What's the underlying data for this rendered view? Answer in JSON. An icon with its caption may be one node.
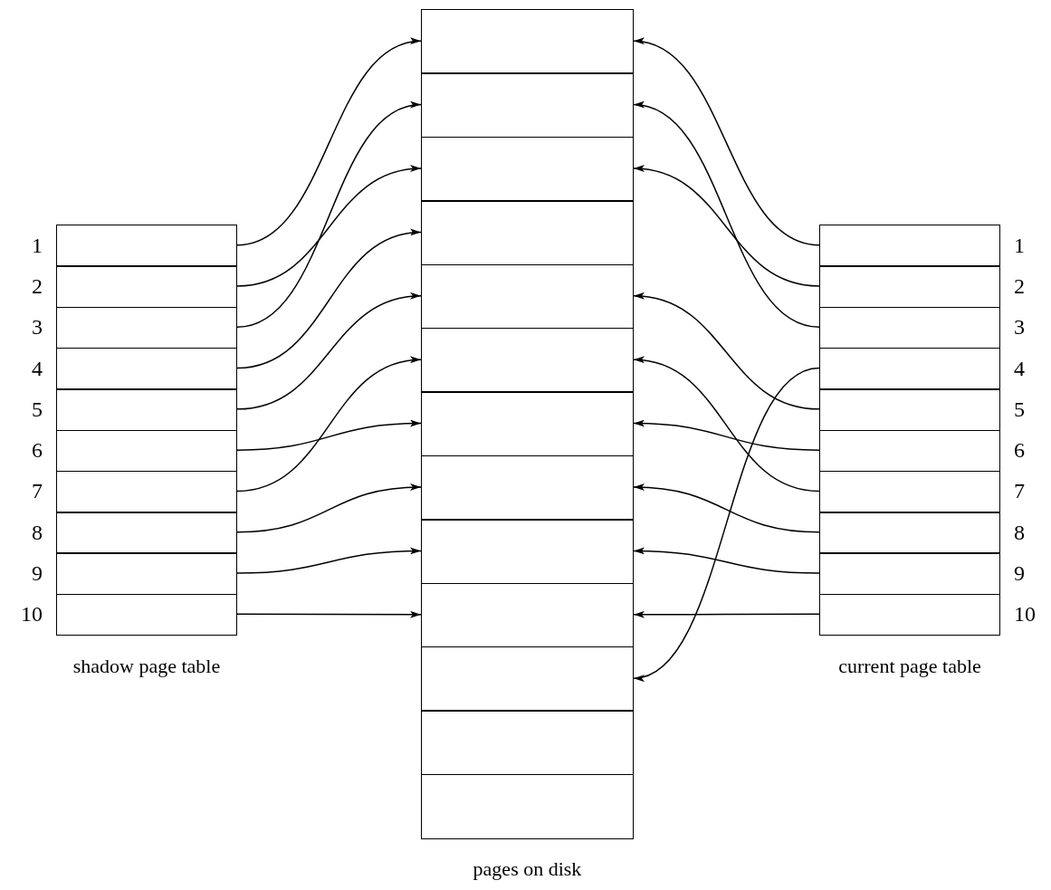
{
  "diagram": {
    "nodes": [
      {
        "text": [
          "shadow page table"
        ]
      },
      {
        "text": [],
        "shape": "box",
        "in": 0,
        "beside": [
          "1"
        ]
      },
      {
        "text": [],
        "shape": "box",
        "in": 0,
        "beside": [
          "2"
        ]
      },
      {
        "text": [],
        "shape": "box",
        "in": 0,
        "beside": [
          "3"
        ]
      },
      {
        "text": [],
        "shape": "box",
        "in": 0,
        "beside": [
          "4"
        ]
      },
      {
        "text": [],
        "shape": "box",
        "in": 0,
        "beside": [
          "5"
        ]
      },
      {
        "text": [],
        "shape": "box",
        "in": 0,
        "beside": [
          "6"
        ]
      },
      {
        "text": [],
        "shape": "box",
        "in": 0,
        "beside": [
          "7"
        ]
      },
      {
        "text": [],
        "shape": "box",
        "in": 0,
        "beside": [
          "8"
        ]
      },
      {
        "text": [],
        "shape": "box",
        "in": 0,
        "beside": [
          "9"
        ]
      },
      {
        "text": [],
        "shape": "box",
        "in": 0,
        "beside": [
          "10"
        ]
      },
      {
        "text": [
          "pages on disk"
        ]
      },
      {
        "text": [],
        "shape": "box",
        "in": 11
      },
      {
        "text": [],
        "shape": "box",
        "in": 11
      },
      {
        "text": [],
        "shape": "box",
        "in": 11
      },
      {
        "text": [],
        "shape": "box",
        "in": 11
      },
      {
        "text": [],
        "shape": "box",
        "in": 11
      },
      {
        "text": [],
        "shape": "box",
        "in": 11
      },
      {
        "text": [],
        "shape": "box",
        "in": 11
      },
      {
        "text": [],
        "shape": "box",
        "in": 11
      },
      {
        "text": [],
        "shape": "box",
        "in": 11
      },
      {
        "text": [],
        "shape": "box",
        "in": 11
      },
      {
        "text": [],
        "shape": "box",
        "in": 11
      },
      {
        "text": [],
        "shape": "box",
        "in": 11
      },
      {
        "text": [],
        "shape": "box",
        "in": 11
      },
      {
        "text": [
          "current page table"
        ]
      },
      {
        "text": [],
        "shape": "box",
        "in": 25,
        "beside": [
          "1"
        ]
      },
      {
        "text": [],
        "shape": "box",
        "in": 25,
        "beside": [
          "2"
        ]
      },
      {
        "text": [],
        "shape": "box",
        "in": 25,
        "beside": [
          "3"
        ]
      },
      {
        "text": [],
        "shape": "box",
        "in": 25,
        "beside": [
          "4"
        ]
      },
      {
        "text": [],
        "shape": "box",
        "in": 25,
        "beside": [
          "5"
        ]
      },
      {
        "text": [],
        "shape": "box",
        "in": 25,
        "beside": [
          "6"
        ]
      },
      {
        "text": [],
        "shape": "box",
        "in": 25,
        "beside": [
          "7"
        ]
      },
      {
        "text": [],
        "shape": "box",
        "in": 25,
        "beside": [
          "8"
        ]
      },
      {
        "text": [],
        "shape": "box",
        "in": 25,
        "beside": [
          "9"
        ]
      },
      {
        "text": [],
        "shape": "box",
        "in": 25,
        "beside": [
          "10"
        ]
      }
    ],
    "edges": [
      {
        "from": 1,
        "to": 12,
        "arrow": "to"
      },
      {
        "from": 2,
        "to": 14,
        "arrow": "to"
      },
      {
        "from": 3,
        "to": 13,
        "arrow": "to"
      },
      {
        "from": 4,
        "to": 15,
        "arrow": "to"
      },
      {
        "from": 5,
        "to": 16,
        "arrow": "to"
      },
      {
        "from": 6,
        "to": 18,
        "arrow": "to"
      },
      {
        "from": 7,
        "to": 17,
        "arrow": "to"
      },
      {
        "from": 8,
        "to": 19,
        "arrow": "to"
      },
      {
        "from": 9,
        "to": 20,
        "arrow": "to"
      },
      {
        "from": 10,
        "to": 21,
        "arrow": "to"
      },
      {
        "from": 26,
        "to": 12,
        "arrow": "to"
      },
      {
        "from": 27,
        "to": 14,
        "arrow": "to"
      },
      {
        "from": 28,
        "to": 13,
        "arrow": "to"
      },
      {
        "from": 29,
        "to": 22,
        "arrow": "to"
      },
      {
        "from": 30,
        "to": 16,
        "arrow": "to"
      },
      {
        "from": 31,
        "to": 18,
        "arrow": "to"
      },
      {
        "from": 32,
        "to": 17,
        "arrow": "to"
      },
      {
        "from": 33,
        "to": 19,
        "arrow": "to"
      },
      {
        "from": 34,
        "to": 20,
        "arrow": "to"
      },
      {
        "from": 35,
        "to": 21,
        "arrow": "to"
      }
    ]
  }
}
